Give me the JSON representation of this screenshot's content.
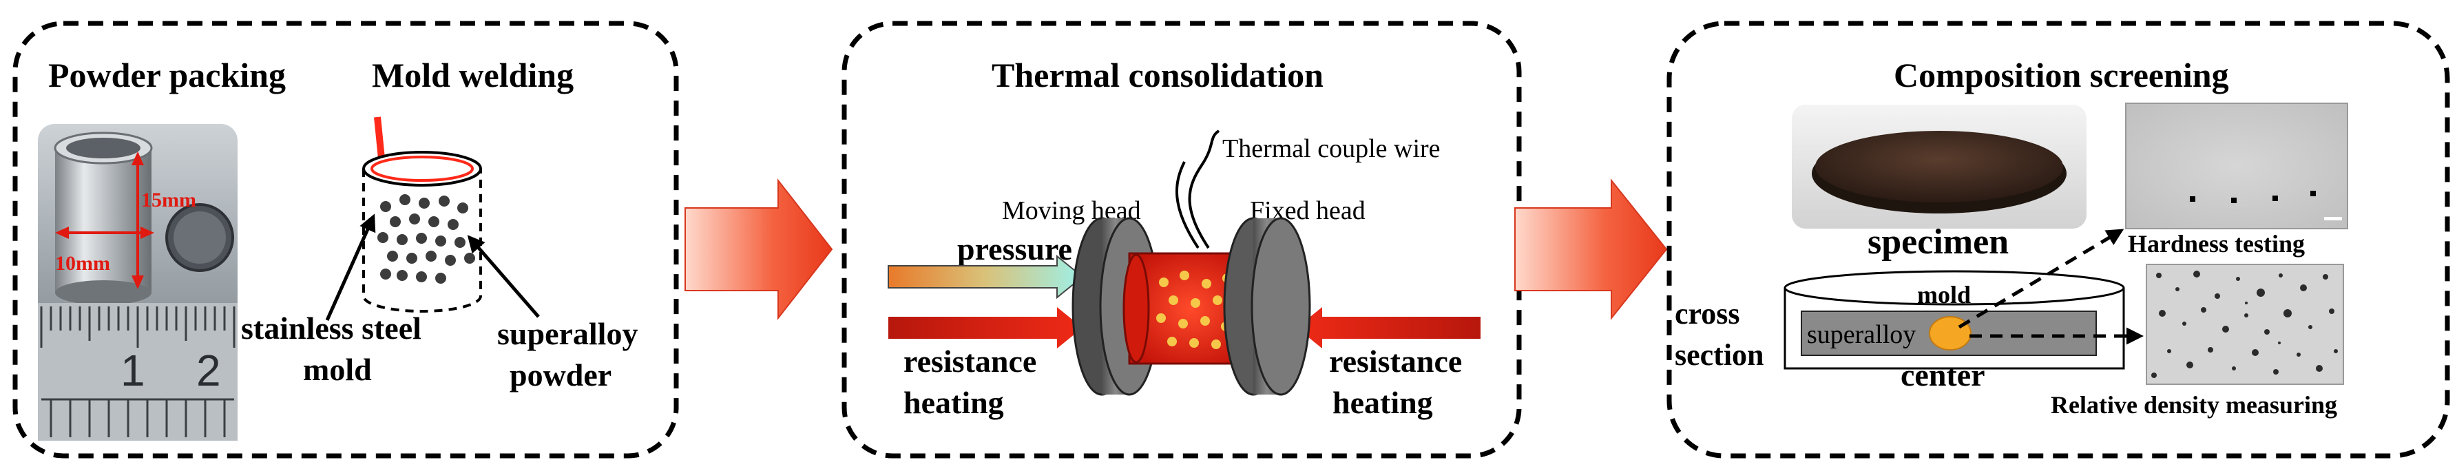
{
  "panels": {
    "packing": {
      "heading_left": "Powder packing",
      "heading_right": "Mold welding",
      "dim_height": "15mm",
      "dim_width": "10mm",
      "ruler_numbers": [
        "1",
        "2"
      ],
      "label_mold": [
        "stainless steel",
        "mold"
      ],
      "label_powder": [
        "superalloy",
        "powder"
      ]
    },
    "consolidation": {
      "heading": "Thermal consolidation",
      "thermocouple": "Thermal couple wire",
      "moving_head": "Moving head",
      "fixed_head": "Fixed head",
      "pressure": "pressure",
      "resistance_left": [
        "resistance",
        "heating"
      ],
      "resistance_right": [
        "resistance",
        "heating"
      ]
    },
    "screening": {
      "heading": "Composition screening",
      "specimen": "specimen",
      "hardness": "Hardness testing",
      "mold": "mold",
      "cross_section": [
        "cross",
        "section"
      ],
      "superalloy": "superalloy",
      "center": "center",
      "density": "Relative density measuring"
    }
  },
  "colors": {
    "heating_red": "#e8261a",
    "flow_arrow": "#f25a3c",
    "head_gray": "#6f6f6f",
    "particle_orange": "#f5a623",
    "pressure_cyan": "#9ef0e8"
  }
}
